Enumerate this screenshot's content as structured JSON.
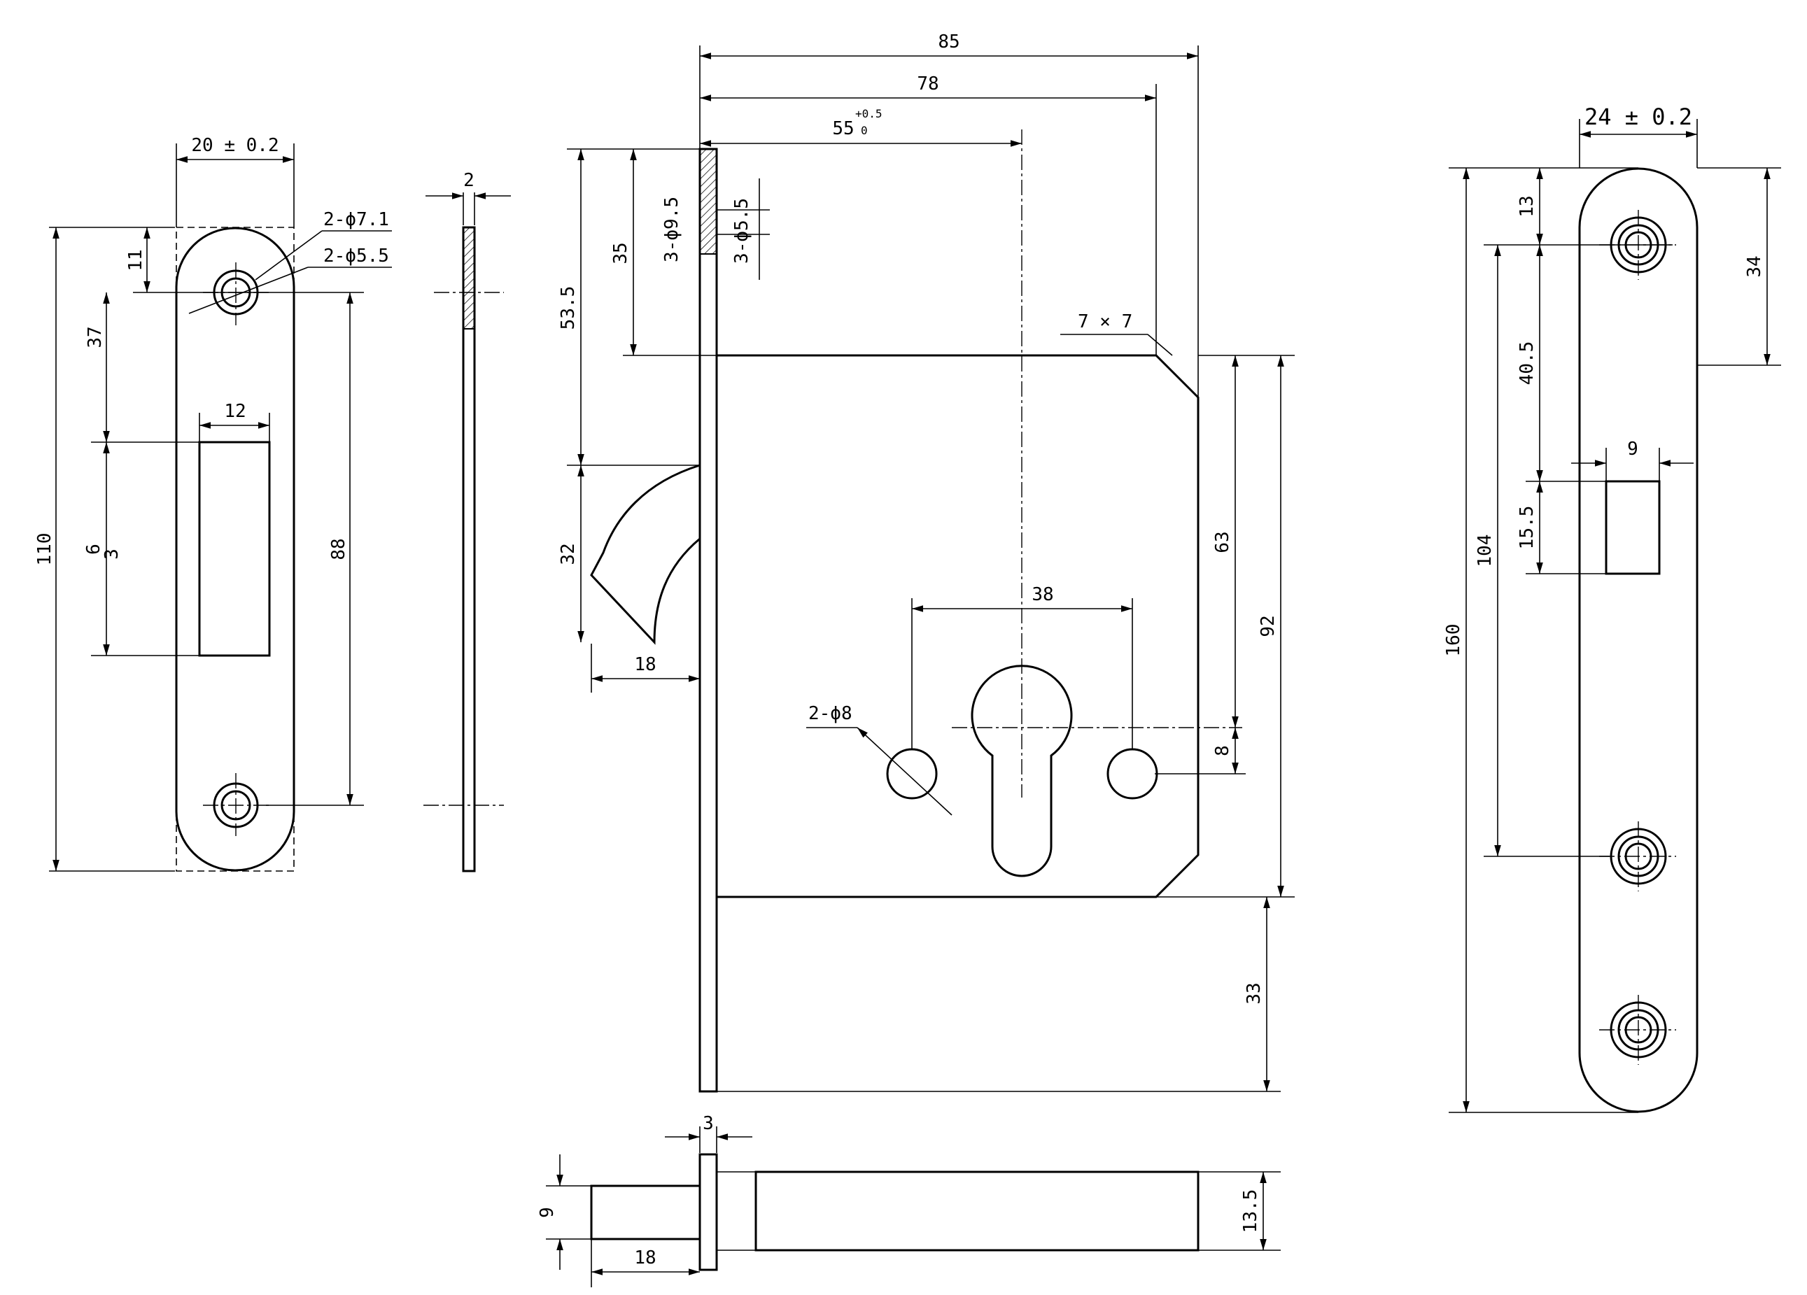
{
  "strike_plate": {
    "width": "20 ± 0.2",
    "total_height": "110",
    "top_to_hole": "11",
    "hole_to_slot": "37",
    "slot_width": "12",
    "slot_height": "6",
    "slot_offset": "3",
    "hole_spacing": "88",
    "hole_outer": "2-ϕ7.1",
    "hole_inner": "2-ϕ5.5"
  },
  "side_section": {
    "thickness": "2"
  },
  "lock_body": {
    "depth_total": "85",
    "depth_case": "78",
    "backset_main": "55",
    "backset_tol_upper": "+0.5",
    "backset_tol_lower": "0",
    "top_to_case": "53.5",
    "top_to_case_inner": "35",
    "faceplate_hole_outer": "3-ϕ9.5",
    "faceplate_hole_inner": "3-ϕ5.5",
    "chamfer": "7 × 7",
    "hook_height": "32",
    "hook_projection": "18",
    "cylinder_hole_spacing": "38",
    "mounting_holes": "2-ϕ8",
    "case_height_to_cyl": "63",
    "case_height": "92",
    "cyl_offset": "8",
    "bottom_extension": "33"
  },
  "bottom_view": {
    "faceplate_thickness": "3",
    "bolt_height": "9",
    "bolt_projection": "18",
    "body_thickness": "13.5"
  },
  "faceplate": {
    "width": "24 ± 0.2",
    "total_height": "160",
    "top_to_hole": "13",
    "top_to_edge": "34",
    "hole_to_hook": "40.5",
    "hook_slot_width": "9",
    "hook_slot_height": "15.5",
    "hole_spacing": "104"
  }
}
